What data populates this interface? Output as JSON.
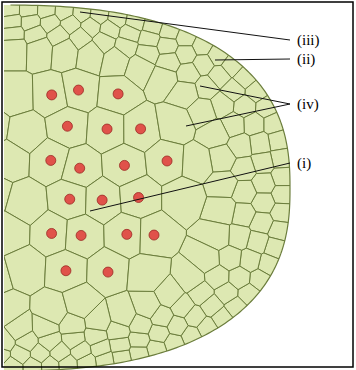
{
  "diagram": {
    "labels": [
      "(iii)",
      "(ii)",
      "(iv)",
      "(i)"
    ]
  }
}
